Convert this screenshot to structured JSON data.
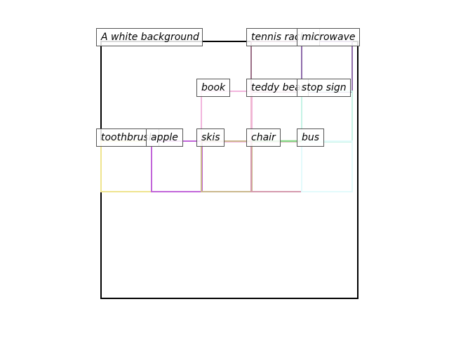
{
  "caption": "A white background",
  "labels": {
    "tennis_racket": "tennis racket",
    "microwave": "microwave",
    "book": "book",
    "teddy_bear": "teddy bear",
    "stop_sign": "stop sign",
    "toothbrush": "toothbrush",
    "apple": "apple",
    "skis": "skis",
    "chair": "chair",
    "bus": "bus"
  },
  "colors": {
    "frame": "#000000",
    "tennis_racket": "#9b6f86",
    "microwave": "#8f6cab",
    "book": "#f2b5dd",
    "teddy_bear": "#f0b8d0",
    "stop_sign": "#c5f3e6",
    "toothbrush": "#efe48f",
    "apple": "#c165d9",
    "skis": "#cbb88d",
    "chair": "#d59aad",
    "chair_link": "#86d886",
    "bus": "#e3fbfc"
  }
}
